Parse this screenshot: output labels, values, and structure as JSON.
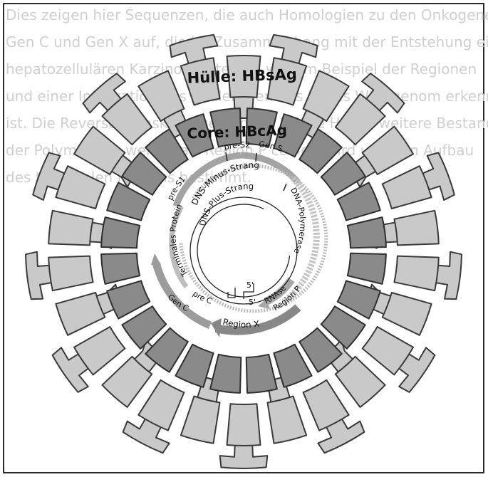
{
  "background_text": {
    "color": "#cfcfcf",
    "lines": [
      "Dies zeigen hier Sequenzen, die auch Homologien zu den Onkogenen",
      "Gen C und Gen X auf, die im Zusammenhang mit der Entstehung eines",
      "hepatozellulären Karzinoms stehen, wie am Beispiel der Regionen",
      "und einer Integration des viralen Genoms in das Wirtsgenom erkennbar",
      "ist. Die Reverse Transkriptase und die RNase H sind weitere Bestandteile",
      "der Polymerase, welche als Region P codiert wird und den Aufbau",
      "des terminalen Proteins bestimmt."
    ]
  },
  "labels": {
    "envelope": "Hülle: HBsAg",
    "core": "Core: HBcAg",
    "pre_s1": "pre-S1",
    "pre_s2": "pre-S2",
    "gen_s": "Gen S",
    "dns_minus": "DNS-Minus-Strang",
    "dns_plus": "DNS-Plus-Strang",
    "terminal_protein": "Terminales Protein",
    "dna_polymerase": "DNA-Polymerase",
    "rnase_h": "RNAseH",
    "region_p": "Region P",
    "region_x": "Region X",
    "gen_c": "Gen C",
    "pre_c": "pre C",
    "five_prime_1": "5'",
    "five_prime_2": "5'"
  },
  "colors": {
    "envelope_fill": "#c9c9c9",
    "envelope_stroke": "#3a3a3a",
    "core_fill": "#8a8a8a",
    "core_stroke": "#2f2f2f",
    "arrow_gray": "#9a9a9a",
    "arrow_light": "#c4c4c4",
    "line_dark": "#222222"
  },
  "envelope": {
    "spikes": [
      {
        "direction": "outward"
      },
      {
        "direction": "inward"
      },
      {
        "direction": "outward"
      },
      {
        "direction": "inward"
      },
      {
        "direction": "outward"
      },
      {
        "direction": "inward"
      },
      {
        "direction": "outward"
      },
      {
        "direction": "inward"
      },
      {
        "direction": "outward"
      },
      {
        "direction": "inward"
      },
      {
        "direction": "outward"
      },
      {
        "direction": "inward"
      },
      {
        "direction": "outward"
      },
      {
        "direction": "inward"
      },
      {
        "direction": "outward"
      },
      {
        "direction": "inward"
      },
      {
        "direction": "outward"
      },
      {
        "direction": "inward"
      },
      {
        "direction": "outward"
      },
      {
        "direction": "inward"
      },
      {
        "direction": "outward"
      },
      {
        "direction": "inward"
      },
      {
        "direction": "outward"
      },
      {
        "direction": "inward"
      },
      {
        "direction": "outward"
      },
      {
        "direction": "inward"
      }
    ]
  },
  "core": {
    "subunits": [
      {
        "id": 1
      },
      {
        "id": 2
      },
      {
        "id": 3
      },
      {
        "id": 4
      },
      {
        "id": 5
      },
      {
        "id": 6
      },
      {
        "id": 7
      },
      {
        "id": 8
      },
      {
        "id": 9
      },
      {
        "id": 10
      },
      {
        "id": 11
      },
      {
        "id": 12
      },
      {
        "id": 13
      },
      {
        "id": 14
      },
      {
        "id": 15
      },
      {
        "id": 16
      },
      {
        "id": 17
      },
      {
        "id": 18
      },
      {
        "id": 19
      },
      {
        "id": 20
      },
      {
        "id": 21
      },
      {
        "id": 22
      },
      {
        "id": 23
      },
      {
        "id": 24
      }
    ]
  }
}
